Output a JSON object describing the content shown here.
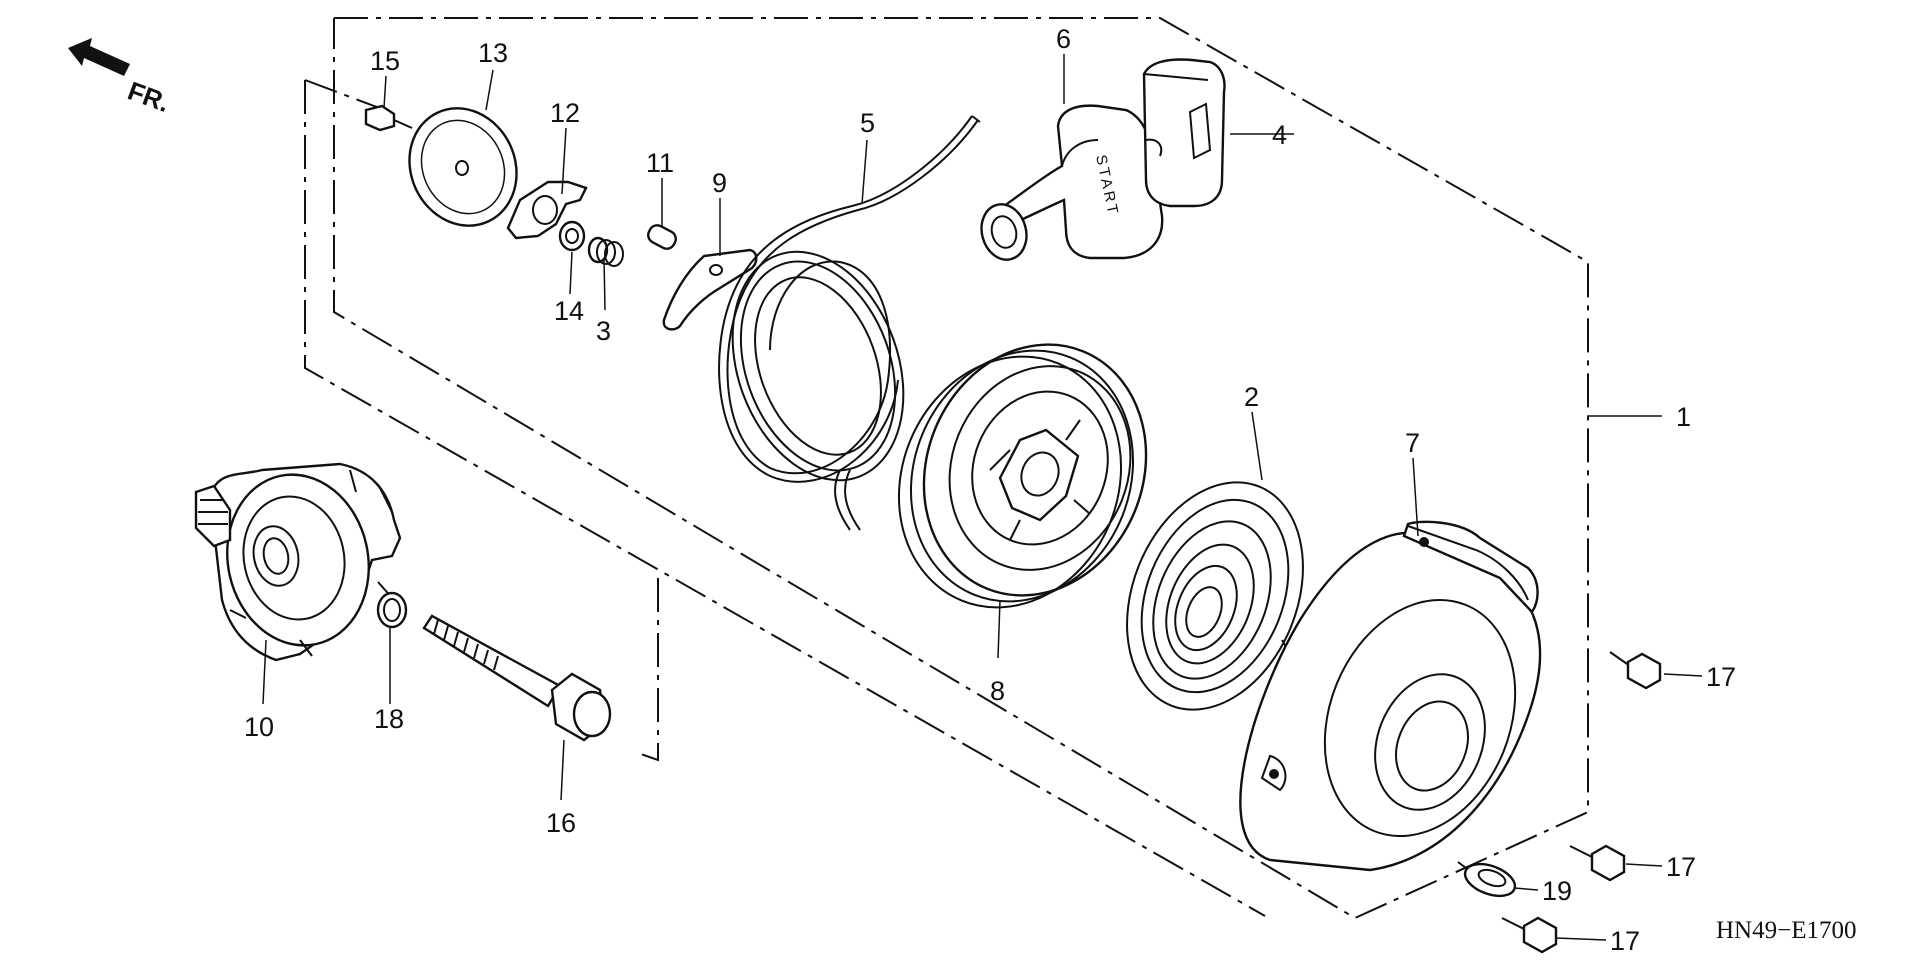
{
  "diagram": {
    "direction_label": "FR.",
    "reference_code": "HN49−E1700",
    "handle_text": "START",
    "callouts": [
      {
        "id": "c1",
        "label": "1"
      },
      {
        "id": "c2",
        "label": "2"
      },
      {
        "id": "c3",
        "label": "3"
      },
      {
        "id": "c4",
        "label": "4"
      },
      {
        "id": "c5",
        "label": "5"
      },
      {
        "id": "c6",
        "label": "6"
      },
      {
        "id": "c7",
        "label": "7"
      },
      {
        "id": "c8",
        "label": "8"
      },
      {
        "id": "c9",
        "label": "9"
      },
      {
        "id": "c10",
        "label": "10"
      },
      {
        "id": "c11",
        "label": "11"
      },
      {
        "id": "c12",
        "label": "12"
      },
      {
        "id": "c13",
        "label": "13"
      },
      {
        "id": "c14",
        "label": "14"
      },
      {
        "id": "c15",
        "label": "15"
      },
      {
        "id": "c16",
        "label": "16"
      },
      {
        "id": "c17a",
        "label": "17"
      },
      {
        "id": "c17b",
        "label": "17"
      },
      {
        "id": "c17c",
        "label": "17"
      },
      {
        "id": "c18",
        "label": "18"
      },
      {
        "id": "c19",
        "label": "19"
      }
    ]
  }
}
